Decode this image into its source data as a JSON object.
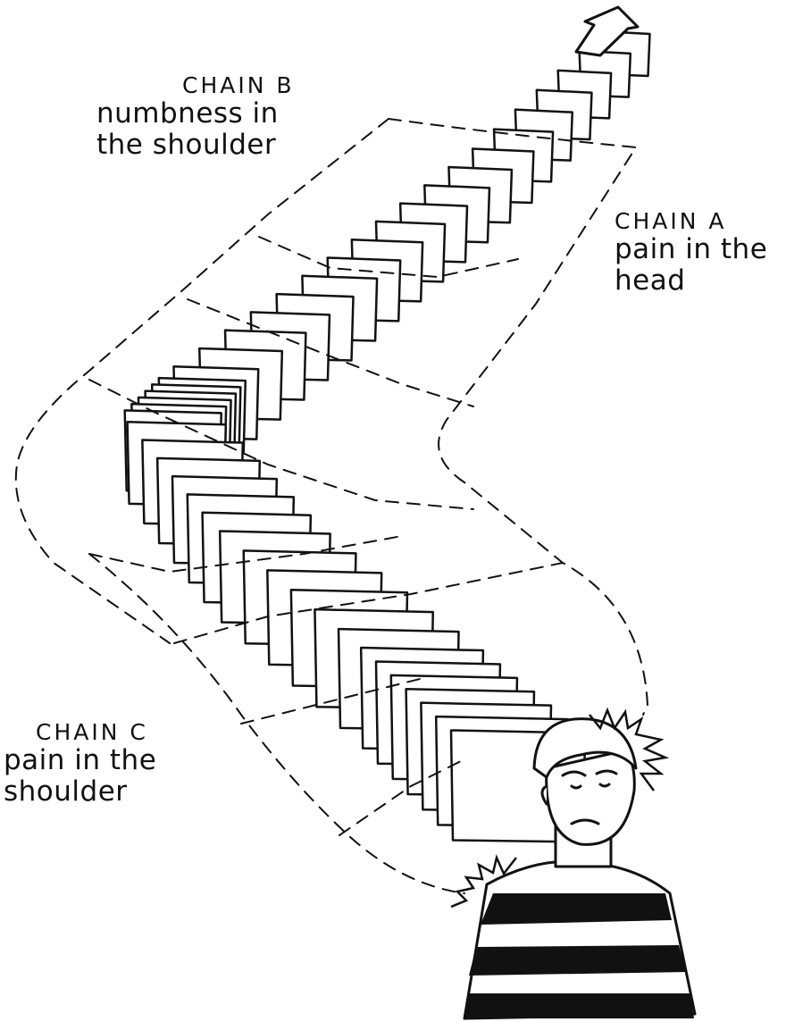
{
  "labels": {
    "chain_b": {
      "title": "CHAIN B",
      "text": "numbness in the shoulder"
    },
    "chain_a": {
      "title": "CHAIN A",
      "text": "pain in the head"
    },
    "chain_c": {
      "title": "CHAIN C",
      "text": "pain in the shoulder"
    }
  },
  "colors": {
    "ink": "#111111",
    "paper": "#ffffff"
  }
}
